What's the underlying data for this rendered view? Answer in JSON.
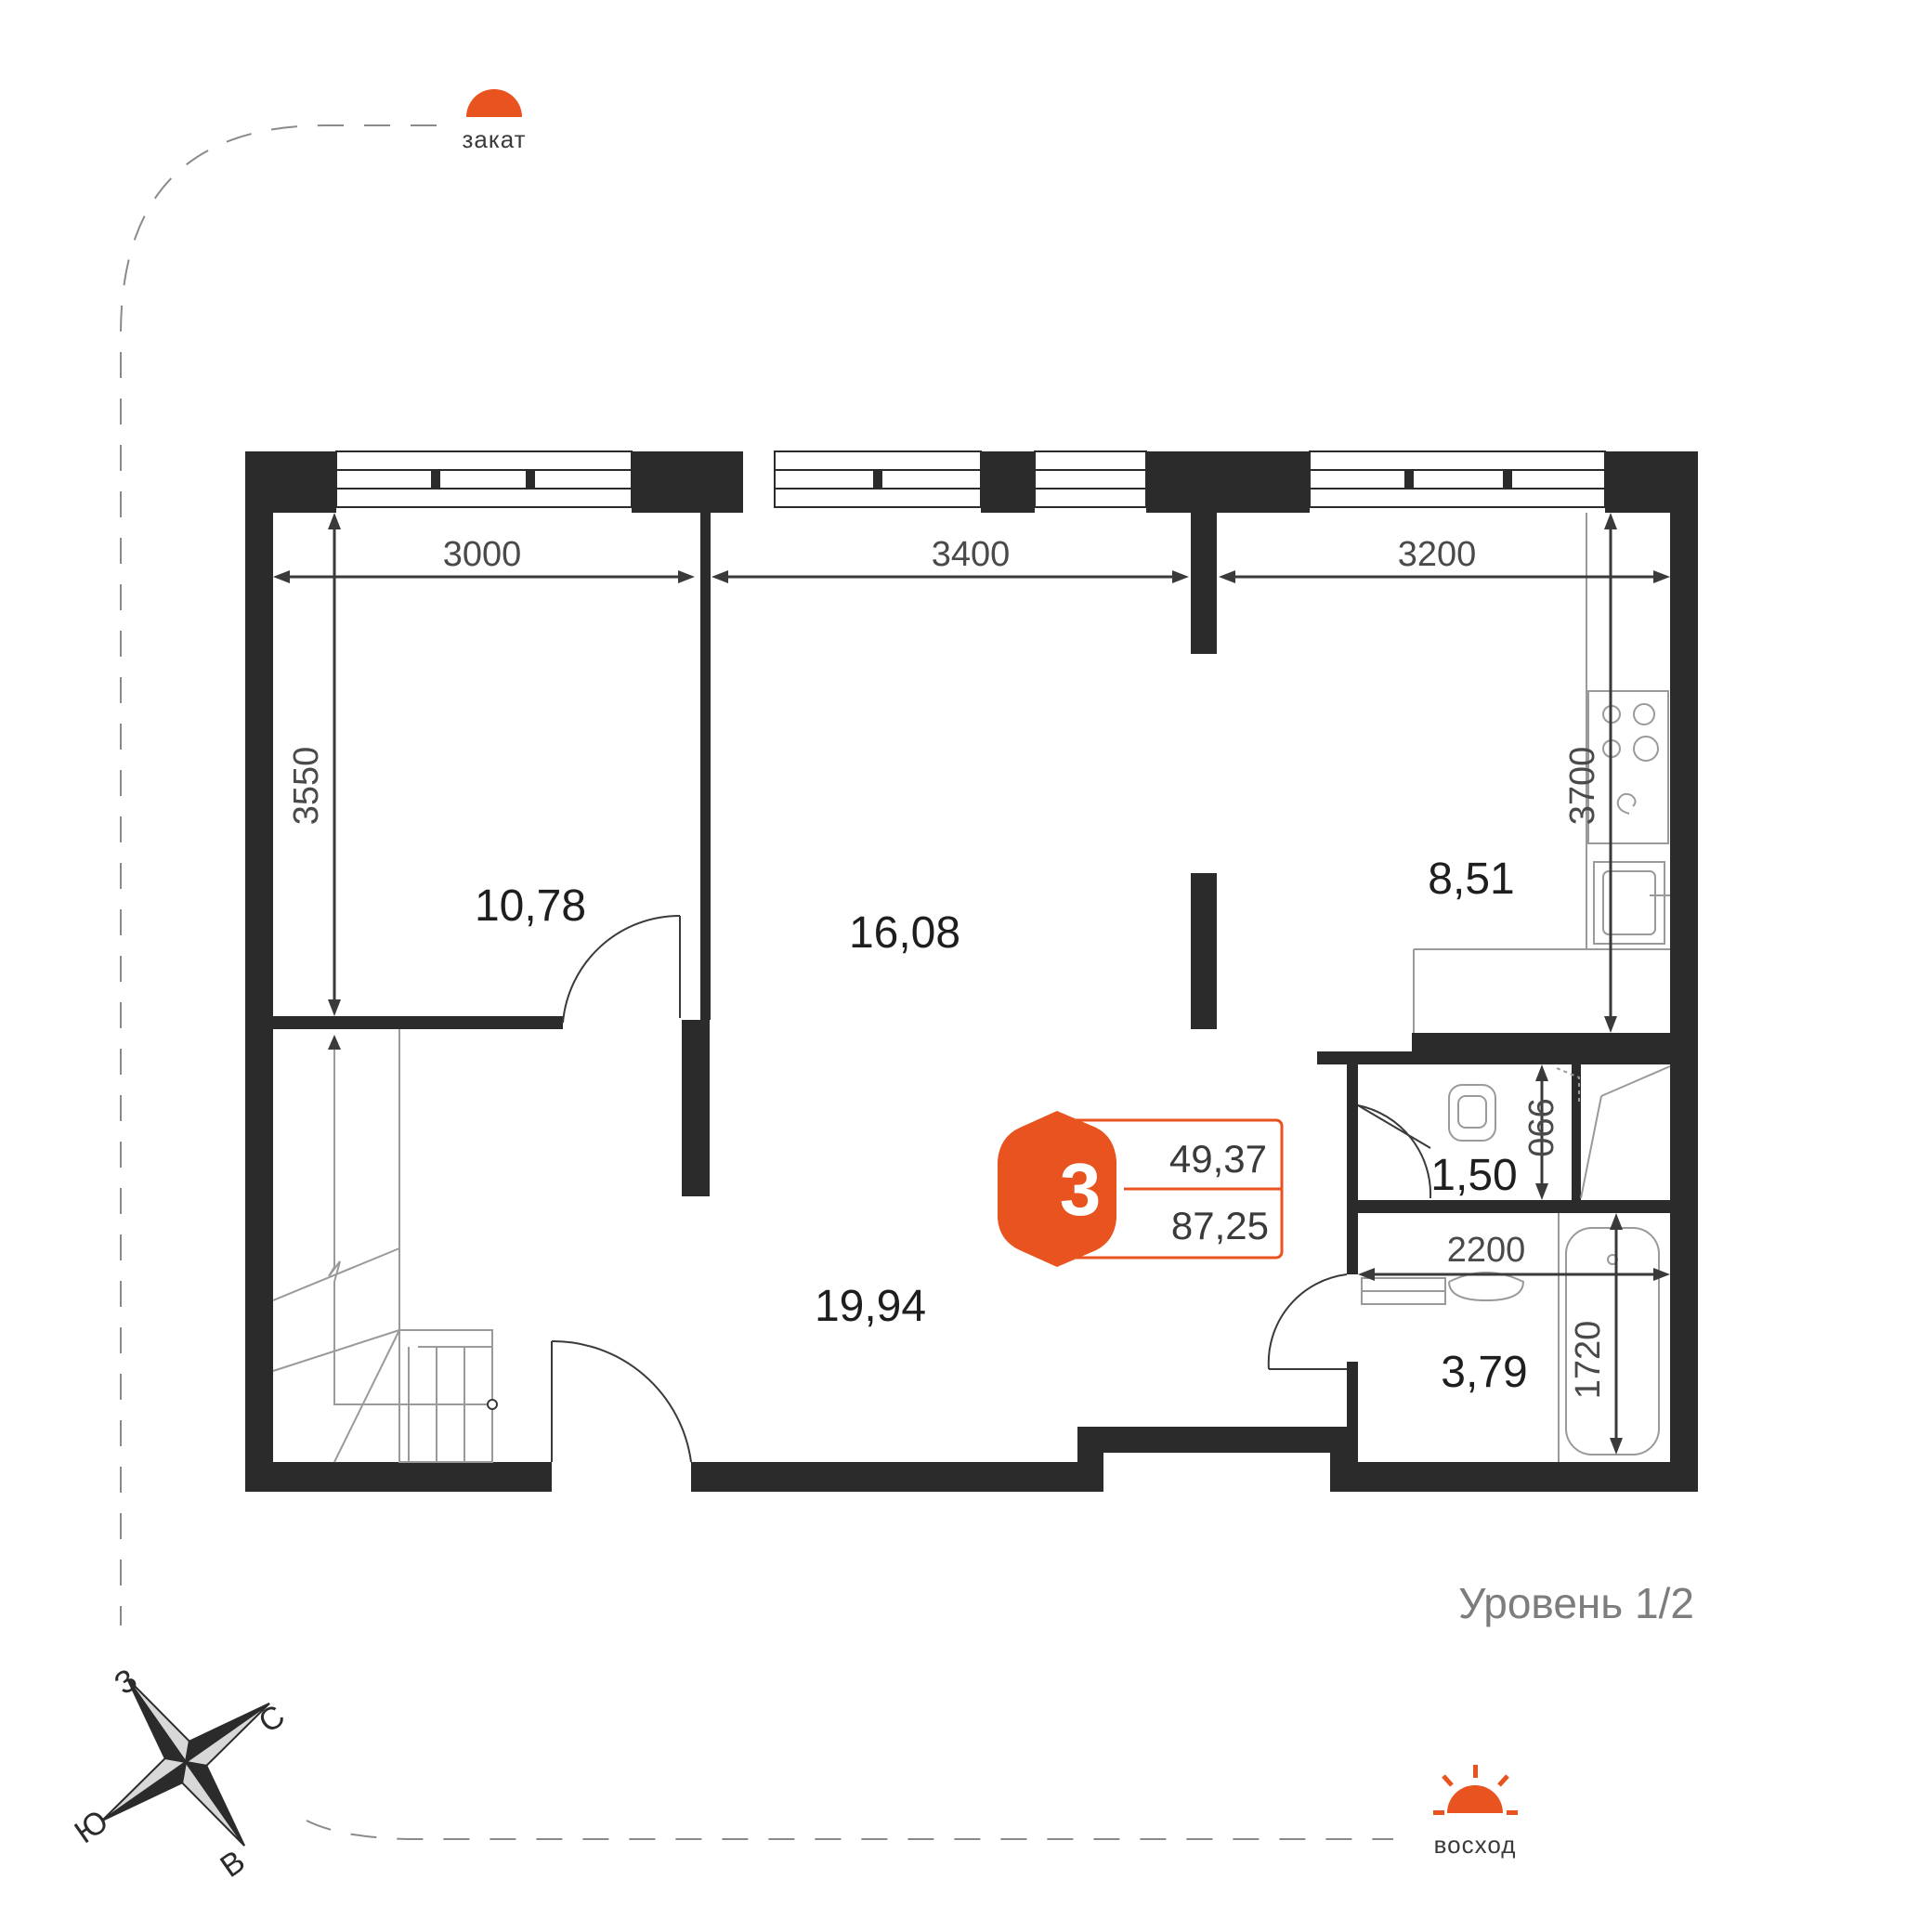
{
  "sunset": {
    "label": "закат"
  },
  "sunrise": {
    "label": "восход"
  },
  "level": {
    "label": "Уровень 1/2"
  },
  "compass": {
    "north": "С",
    "south": "Ю",
    "west": "З",
    "east": "В"
  },
  "badge": {
    "rooms": "3",
    "living_area": "49,37",
    "total_area": "87,25"
  },
  "dimensions": {
    "room1_width": "3000",
    "room2_width": "3400",
    "kitchen_width": "3200",
    "room1_depth": "3550",
    "kitchen_depth": "3700",
    "wc_depth": "990",
    "bath_width": "2200",
    "bath_depth": "1720"
  },
  "areas": {
    "bedroom": "10,78",
    "living": "16,08",
    "kitchen": "8,51",
    "hall": "19,94",
    "wc": "1,50",
    "bath": "3,79"
  },
  "colors": {
    "accent": "#E8531F",
    "wall": "#2B2B2B",
    "text": "#1E1E1E",
    "muted": "#7D7D7D"
  }
}
